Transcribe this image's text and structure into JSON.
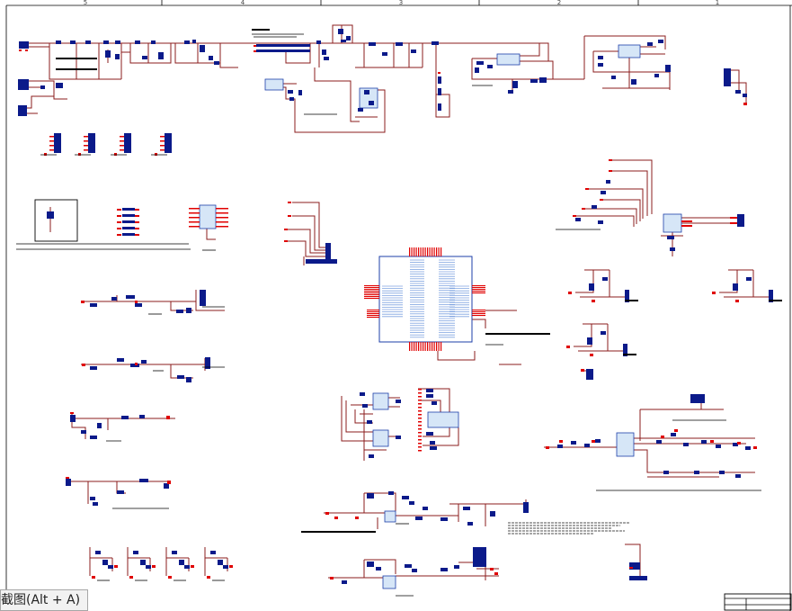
{
  "ruler": {
    "columns": [
      "5",
      "4",
      "3",
      "2",
      "1"
    ]
  },
  "tooltip": {
    "text": "截图(Alt + A)"
  },
  "colors": {
    "wire": "#8b1c1c",
    "component": "#0b1a8a",
    "pin": "#e00000",
    "ink": "#000000",
    "ic_fill": "#d6e6f7",
    "ic_outline": "#1c3fa8",
    "pin_label": "#7fa3e0"
  }
}
